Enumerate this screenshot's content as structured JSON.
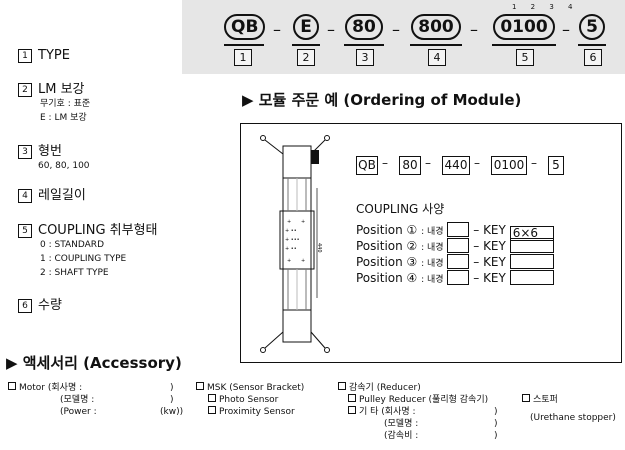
{
  "code": {
    "segments": [
      "QB",
      "E",
      "80",
      "800",
      "0100",
      "5"
    ],
    "numbers": [
      "1",
      "2",
      "3",
      "4",
      "5",
      "6"
    ],
    "dash": "–",
    "digit_labels": "1 2 3 4"
  },
  "legend": [
    {
      "num": "1",
      "title": "TYPE",
      "sub": []
    },
    {
      "num": "2",
      "title": "LM 보강",
      "sub": [
        "무기호 : 표준",
        "E    :  LM 보강"
      ]
    },
    {
      "num": "3",
      "title": "형번",
      "sub": [
        "60, 80, 100"
      ]
    },
    {
      "num": "4",
      "title": "레일길이",
      "sub": []
    },
    {
      "num": "5",
      "title": "COUPLING 취부형태",
      "sub": [
        "0 : STANDARD",
        "1  : COUPLING TYPE",
        "2 : SHAFT TYPE"
      ]
    },
    {
      "num": "6",
      "title": "수량",
      "sub": []
    }
  ],
  "module": {
    "heading": "▶ 모듈 주문 예 (Ordering of Module)",
    "example": [
      "QB",
      "80",
      "440",
      "0100",
      "5"
    ],
    "dim_label": "440",
    "coupling_title": "COUPLING 사양",
    "positions": [
      {
        "label": "Position ①",
        "bore": ": 내경",
        "key": "– KEY",
        "value": "6×6"
      },
      {
        "label": "Position ②",
        "bore": ": 내경",
        "key": "– KEY",
        "value": ""
      },
      {
        "label": "Position ③",
        "bore": ": 내경",
        "key": "– KEY",
        "value": ""
      },
      {
        "label": "Position ④",
        "bore": ": 내경",
        "key": "– KEY",
        "value": ""
      }
    ]
  },
  "accessory": {
    "heading": "▶ 액세서리 (Accessory)",
    "motor": {
      "title": "Motor",
      "lines": [
        "(회사명 :",
        "(모델명 :",
        "(Power :"
      ],
      "close": [
        ")",
        ")",
        "(kw))"
      ]
    },
    "msk": {
      "title": "MSK (Sensor Bracket)",
      "items": [
        "Photo Sensor",
        "Proximity Sensor"
      ]
    },
    "reducer": {
      "title": "감속기 (Reducer)",
      "item1": "Pulley Reducer (풀리형 감속기)",
      "item2": "기  타 (회사명 :",
      "lines": [
        "(모델명 :",
        "(감속비 :"
      ],
      "close": [
        ")",
        ")",
        ")"
      ]
    },
    "stopper": {
      "title": "스토퍼",
      "sub": "(Urethane stopper)"
    }
  },
  "colors": {
    "banner_bg": "#e6e6e6",
    "ink": "#111111"
  }
}
